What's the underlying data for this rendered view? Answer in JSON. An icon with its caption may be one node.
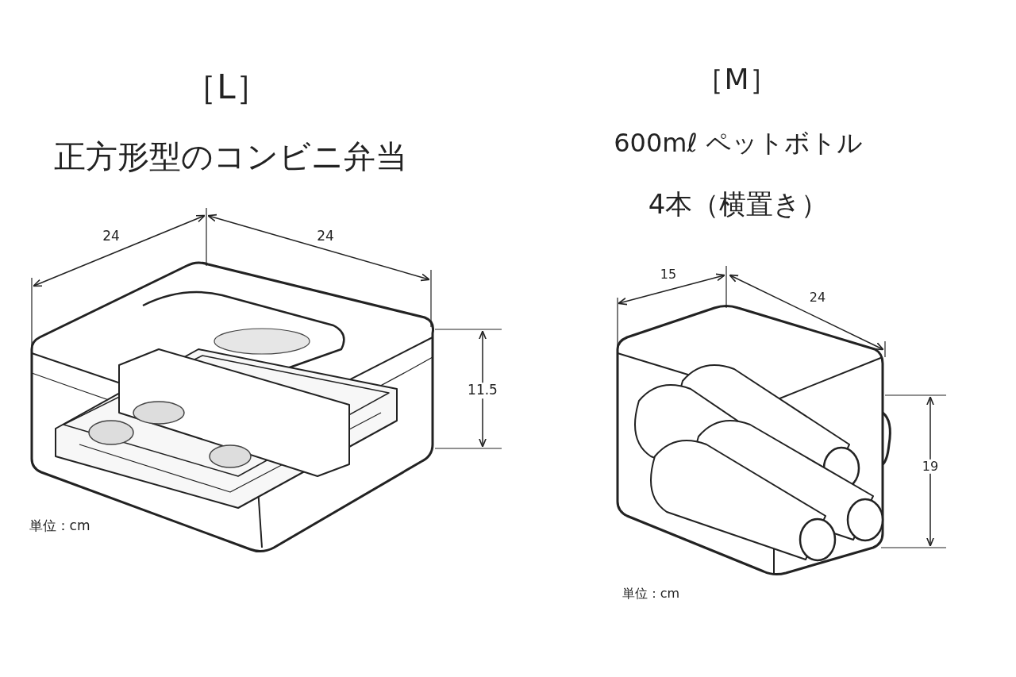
{
  "diagram": {
    "labels": [
      "［L］",
      "正方形型のコンビニ弁当",
      "24",
      "24",
      "11.5",
      "単位：cm",
      "［M］",
      "600mℓ ペットボトル",
      "4本（横置き）",
      "15",
      "24",
      "19",
      "単位：cm"
    ]
  }
}
